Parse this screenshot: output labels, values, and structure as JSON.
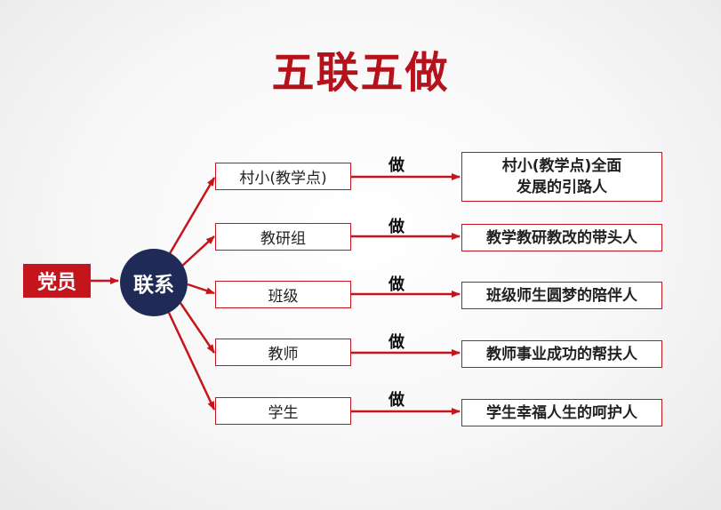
{
  "title": "五联五做",
  "subject": "党员",
  "hub": "联系",
  "rows": [
    {
      "target": "村小(教学点)",
      "verb": "做",
      "result_lines": [
        "村小(教学点)全面",
        "发展的引路人"
      ]
    },
    {
      "target": "教研组",
      "verb": "做",
      "result_lines": [
        "教学教研教改的带头人"
      ]
    },
    {
      "target": "班级",
      "verb": "做",
      "result_lines": [
        "班级师生圆梦的陪伴人"
      ]
    },
    {
      "target": "教师",
      "verb": "做",
      "result_lines": [
        "教师事业成功的帮扶人"
      ]
    },
    {
      "target": "学生",
      "verb": "做",
      "result_lines": [
        "学生幸福人生的呵护人"
      ]
    }
  ],
  "colors": {
    "accent": "#c4141c",
    "hub": "#1f2a57",
    "title": "#b5121b"
  }
}
